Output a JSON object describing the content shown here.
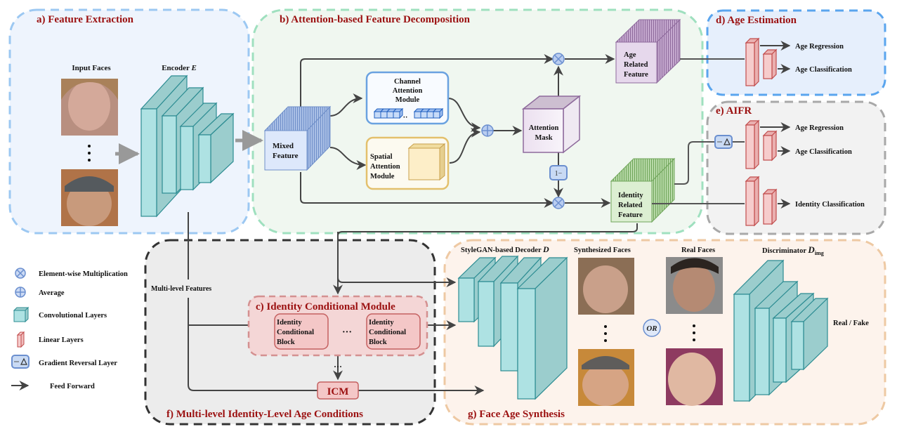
{
  "colors": {
    "title_red": "#9b1010",
    "panel_a_fill": "#eef4fd",
    "panel_a_border": "#9cc8f2",
    "panel_b_fill": "#f0f7f0",
    "panel_b_border": "#9fe0bf",
    "panel_d_fill": "#e6effc",
    "panel_d_border": "#5aa5ee",
    "panel_e_fill": "#f2f2f2",
    "panel_e_border": "#a8a8a8",
    "panel_f_fill": "#ececec",
    "panel_f_border": "#333333",
    "panel_g_fill": "#fdf3ec",
    "panel_g_border": "#eec9a3",
    "conv_front": "#aee2e3",
    "conv_side": "#9bcdcd",
    "conv_stroke": "#2c8c92",
    "linear_fill": "#f6cccc",
    "linear_stroke": "#c14c4c",
    "icm_fill": "#f4c7c7",
    "op_fill": "#b9cdf0",
    "op_stroke": "#6b8fcf"
  },
  "panels": {
    "a": {
      "title": "a) Feature Extraction",
      "input_faces": "Input Faces",
      "encoder": "Encoder",
      "encoder_symbol": "E"
    },
    "b": {
      "title": "b) Attention-based Feature Decomposition",
      "mixed_feature": [
        "Mixed",
        "Feature"
      ],
      "channel_attention": [
        "Channel",
        "Attention",
        "Module"
      ],
      "spatial_attention": [
        "Spatial",
        "Attention",
        "Module"
      ],
      "attention_mask": [
        "Attention",
        "Mask"
      ],
      "one_minus": "1−",
      "age_feature": [
        "Age",
        "Related",
        "Feature"
      ],
      "identity_feature": [
        "Identity",
        "Related",
        "Feature"
      ]
    },
    "c": {
      "title": "c) Identity Conditional Module",
      "block": [
        "Identity",
        "Conditional",
        "Block"
      ],
      "ellipsis": "···"
    },
    "d": {
      "title": "d) Age Estimation",
      "outputs": [
        "Age Regression",
        "Age Classification"
      ]
    },
    "e": {
      "title": "e) AIFR",
      "outputs": [
        "Age Regression",
        "Age Classification",
        "Identity Classification"
      ],
      "grl_symbol": "−Δ"
    },
    "f": {
      "title": "f) Multi-level Identity-Level Age Conditions",
      "multi_level": "Multi-level Features",
      "icm": "ICM",
      "ellipsis": "···"
    },
    "g": {
      "title": "g) Face Age Synthesis",
      "decoder": "StyleGAN-based Decoder",
      "decoder_symbol": "D",
      "synthesized": "Synthesized Faces",
      "real": "Real Faces",
      "or": "OR",
      "discriminator": "Discriminator",
      "discriminator_symbol": "D",
      "discriminator_sub": "img",
      "real_fake": "Real / Fake"
    }
  },
  "legend": [
    {
      "icon": "element-wise-multiplication-icon",
      "label": "Element-wise Multiplication"
    },
    {
      "icon": "average-icon",
      "label": "Average"
    },
    {
      "icon": "convolutional-layer-icon",
      "label": "Convolutional Layers"
    },
    {
      "icon": "linear-layer-icon",
      "label": "Linear Layers"
    },
    {
      "icon": "gradient-reversal-icon",
      "label": "Gradient Reversal Layer"
    },
    {
      "icon": "arrow-right-icon",
      "label": "Feed Forward"
    }
  ]
}
